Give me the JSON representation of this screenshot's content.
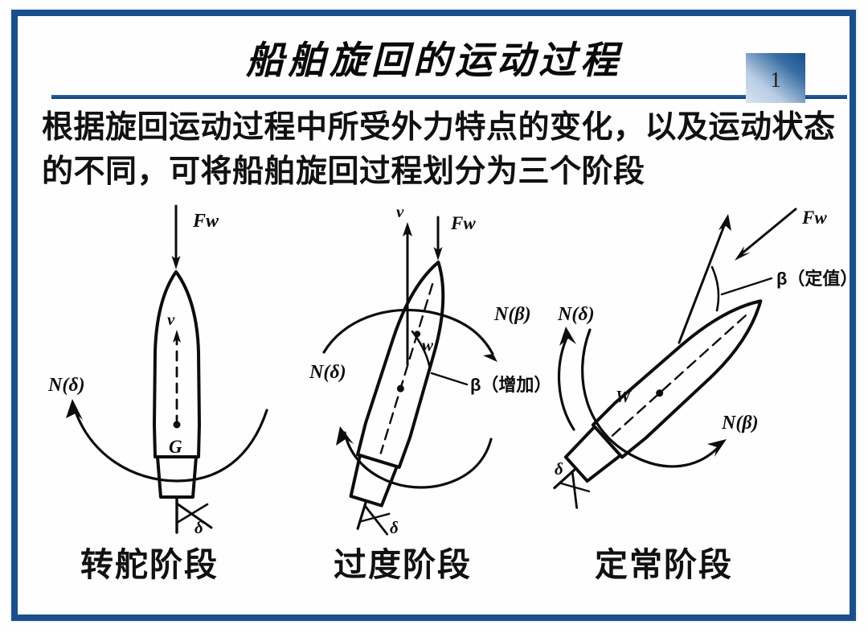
{
  "slide": {
    "title": "船舶旋回的运动过程",
    "page_number": "1",
    "body_text": "根据旋回运动过程中所受外力特点的变化，以及运动状态的不同，可将船舶旋回过程划分为三个阶段",
    "frame_color": "#1a4f8c",
    "rule_color": "#1a4f8c",
    "plate_gradient_from": "#d8e4f1",
    "plate_gradient_to": "#1a4e8a",
    "background_color": "#fefeff",
    "text_color": "#111111"
  },
  "figures": [
    {
      "id": "stage-1",
      "caption": "转舵阶段",
      "labels": {
        "wind_force": "Fw",
        "velocity": "v",
        "gravity_center": "G",
        "rudder_moment": "N(δ)",
        "rudder_angle": "δ"
      }
    },
    {
      "id": "stage-2",
      "caption": "过度阶段",
      "labels": {
        "velocity": "v",
        "wind_force": "Fw",
        "drift_moment": "N(β)",
        "rudder_moment": "N(δ)",
        "drift_angle": "β（增加）",
        "angular_velocity": "w",
        "rudder_angle": "δ"
      }
    },
    {
      "id": "stage-3",
      "caption": "定常阶段",
      "labels": {
        "wind_force": "Fw",
        "drift_angle": "β（定值）",
        "rudder_moment": "N(δ)",
        "drift_moment": "N(β)",
        "angular_velocity": "W",
        "rudder_angle": "δ"
      }
    }
  ]
}
